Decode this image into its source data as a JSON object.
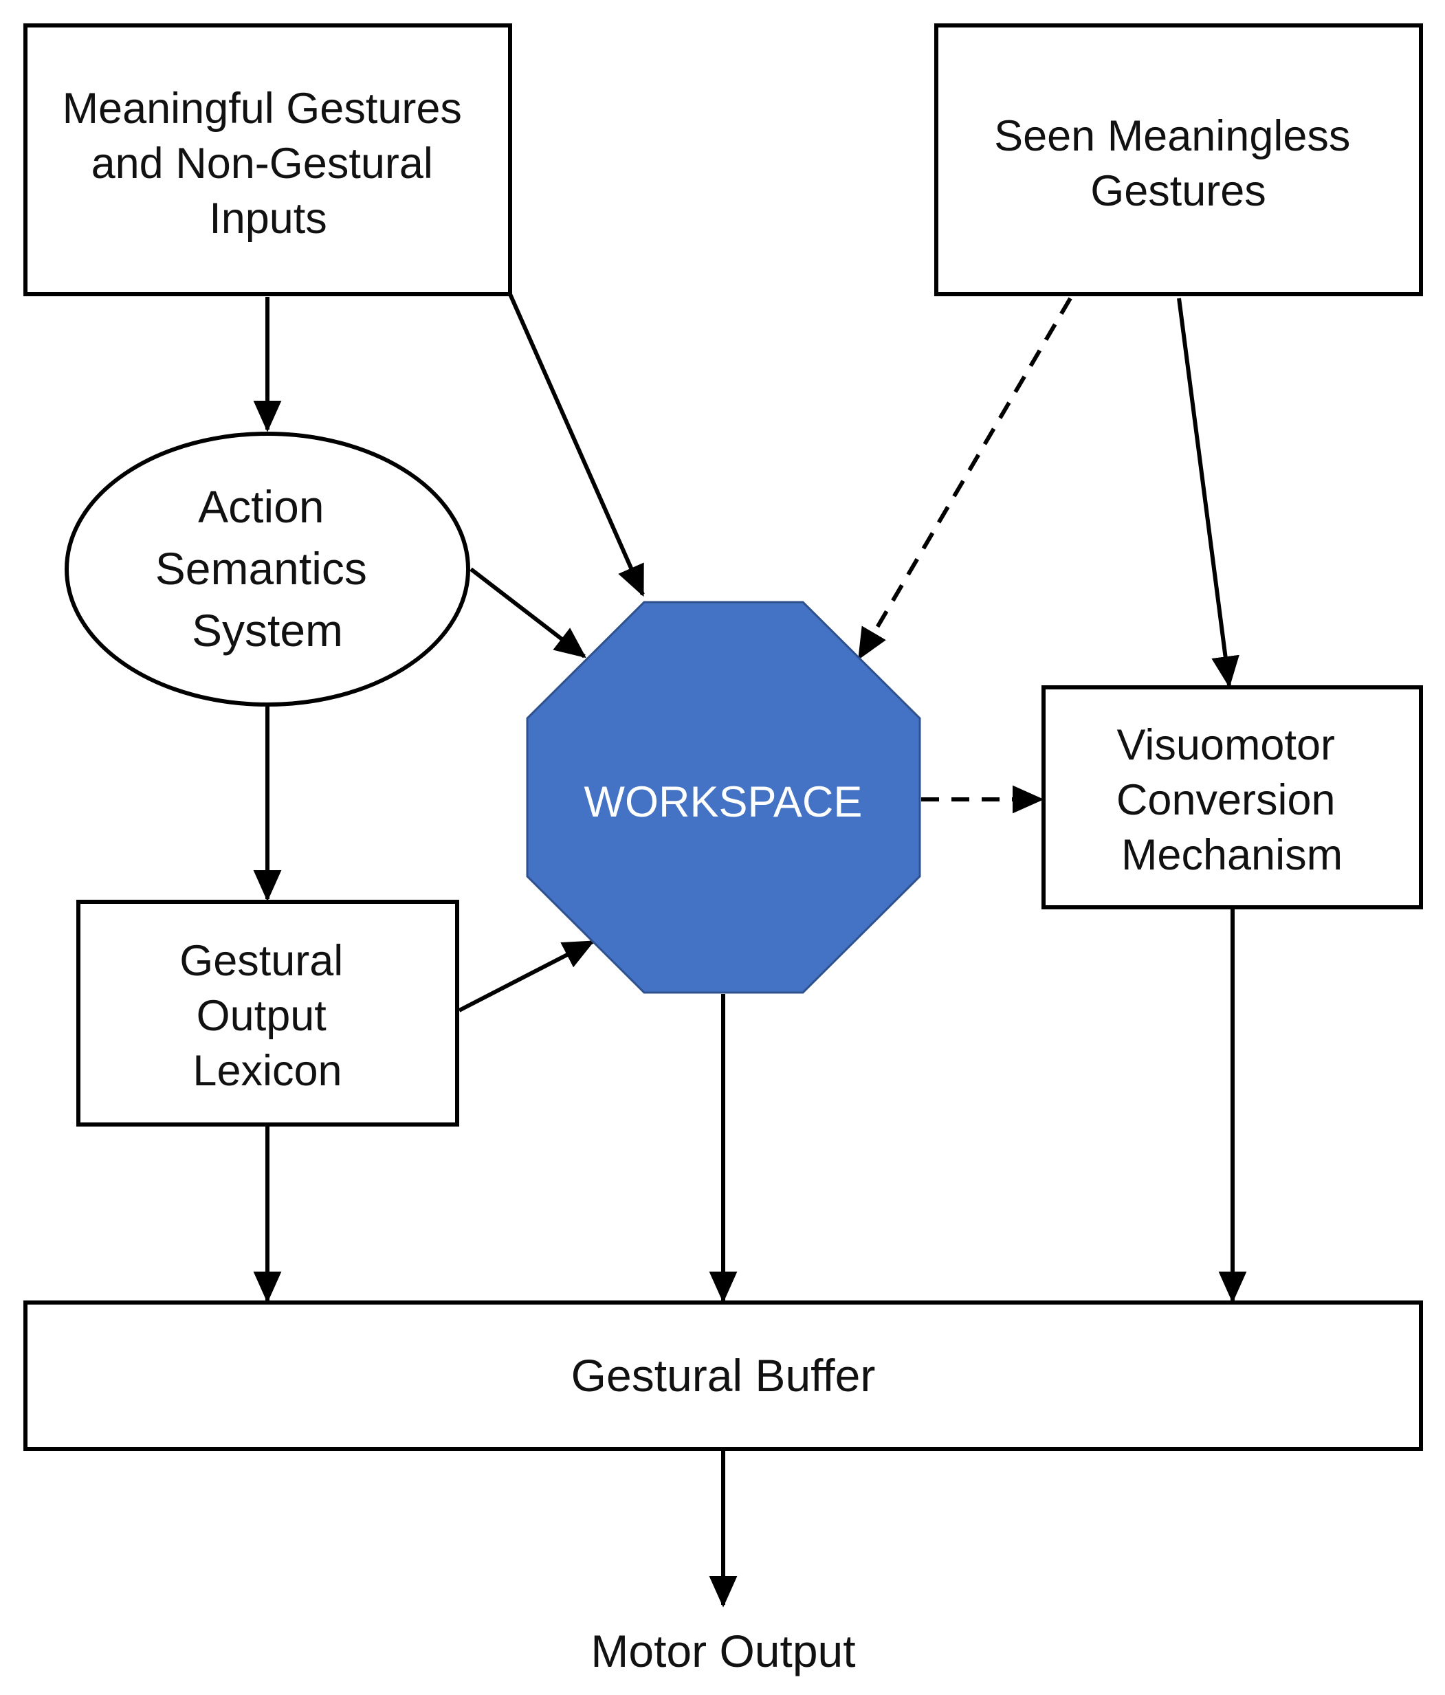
{
  "nodes": {
    "meaningful_gestures": {
      "lines": [
        "Meaningful Gestures",
        "and Non-Gestural",
        "Inputs"
      ]
    },
    "seen_meaningless": {
      "lines": [
        "Seen Meaningless",
        "Gestures"
      ]
    },
    "action_semantics": {
      "lines": [
        "Action",
        "Semantics",
        "System"
      ]
    },
    "workspace": {
      "lines": [
        "WORKSPACE"
      ]
    },
    "visuomotor": {
      "lines": [
        "Visuomotor",
        "Conversion",
        "Mechanism"
      ]
    },
    "gestural_output_lexicon": {
      "lines": [
        "Gestural",
        "Output",
        "Lexicon"
      ]
    },
    "gestural_buffer": {
      "lines": [
        "Gestural Buffer"
      ]
    },
    "motor_output": {
      "lines": [
        "Motor Output"
      ]
    }
  },
  "colors": {
    "workspace_fill": "#4472c4",
    "workspace_stroke": "#2f528f",
    "workspace_text": "#ffffff"
  },
  "edges": [
    {
      "from": "meaningful_gestures",
      "to": "action_semantics",
      "style": "solid"
    },
    {
      "from": "meaningful_gestures",
      "to": "workspace",
      "style": "solid"
    },
    {
      "from": "seen_meaningless",
      "to": "workspace",
      "style": "dashed"
    },
    {
      "from": "seen_meaningless",
      "to": "visuomotor",
      "style": "solid"
    },
    {
      "from": "action_semantics",
      "to": "workspace",
      "style": "solid"
    },
    {
      "from": "action_semantics",
      "to": "gestural_output_lexicon",
      "style": "solid"
    },
    {
      "from": "gestural_output_lexicon",
      "to": "workspace",
      "style": "solid"
    },
    {
      "from": "workspace",
      "to": "visuomotor",
      "style": "dashed"
    },
    {
      "from": "gestural_output_lexicon",
      "to": "gestural_buffer",
      "style": "solid"
    },
    {
      "from": "workspace",
      "to": "gestural_buffer",
      "style": "solid"
    },
    {
      "from": "visuomotor",
      "to": "gestural_buffer",
      "style": "solid"
    },
    {
      "from": "gestural_buffer",
      "to": "motor_output",
      "style": "solid"
    }
  ]
}
